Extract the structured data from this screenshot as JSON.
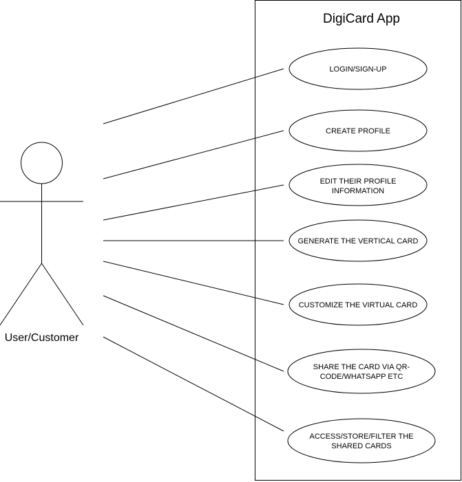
{
  "system": {
    "title": "DigiCard App"
  },
  "actor": {
    "label": "User/Customer"
  },
  "use_cases": [
    {
      "id": "login",
      "lines": [
        "LOGIN/SIGN-UP"
      ]
    },
    {
      "id": "create",
      "lines": [
        "CREATE PROFILE"
      ]
    },
    {
      "id": "edit",
      "lines": [
        "EDIT THEIR PROFILE",
        "INFORMATION"
      ]
    },
    {
      "id": "generate",
      "lines": [
        "GENERATE THE VERTICAL CARD"
      ]
    },
    {
      "id": "customize",
      "lines": [
        "CUSTOMIZE THE VIRTUAL CARD"
      ]
    },
    {
      "id": "share",
      "lines": [
        "SHARE THE CARD VIA QR-",
        "CODE/WHATSAPP ETC"
      ]
    },
    {
      "id": "access",
      "lines": [
        "ACCESS/STORE/FILTER THE",
        "SHARED CARDS"
      ]
    }
  ]
}
